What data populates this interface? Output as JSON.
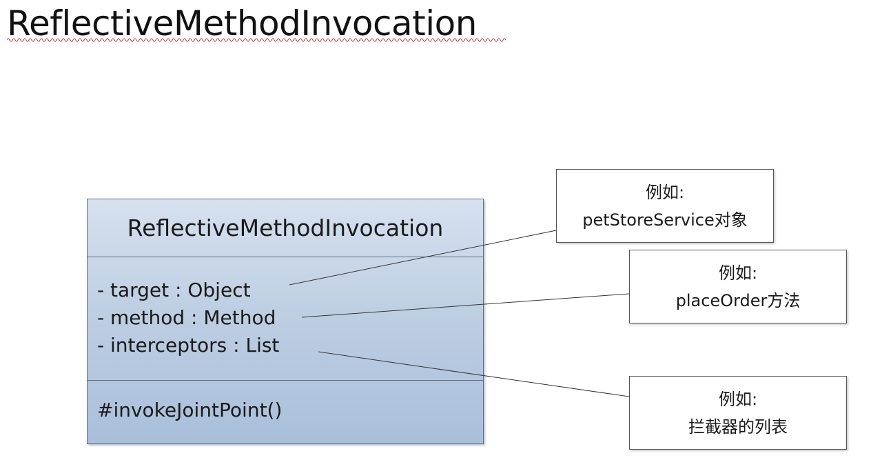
{
  "title": "ReflectiveMethodInvocation",
  "uml_class": {
    "name": "ReflectiveMethodInvocation",
    "attributes": [
      "- target : Object",
      "- method : Method",
      "- interceptors : List"
    ],
    "operations": [
      "#invokeJointPoint()"
    ]
  },
  "notes": [
    {
      "heading": "例如:",
      "text": "petStoreService对象"
    },
    {
      "heading": "例如:",
      "text": "placeOrder方法"
    },
    {
      "heading": "例如:",
      "text": "拦截器的列表"
    }
  ]
}
